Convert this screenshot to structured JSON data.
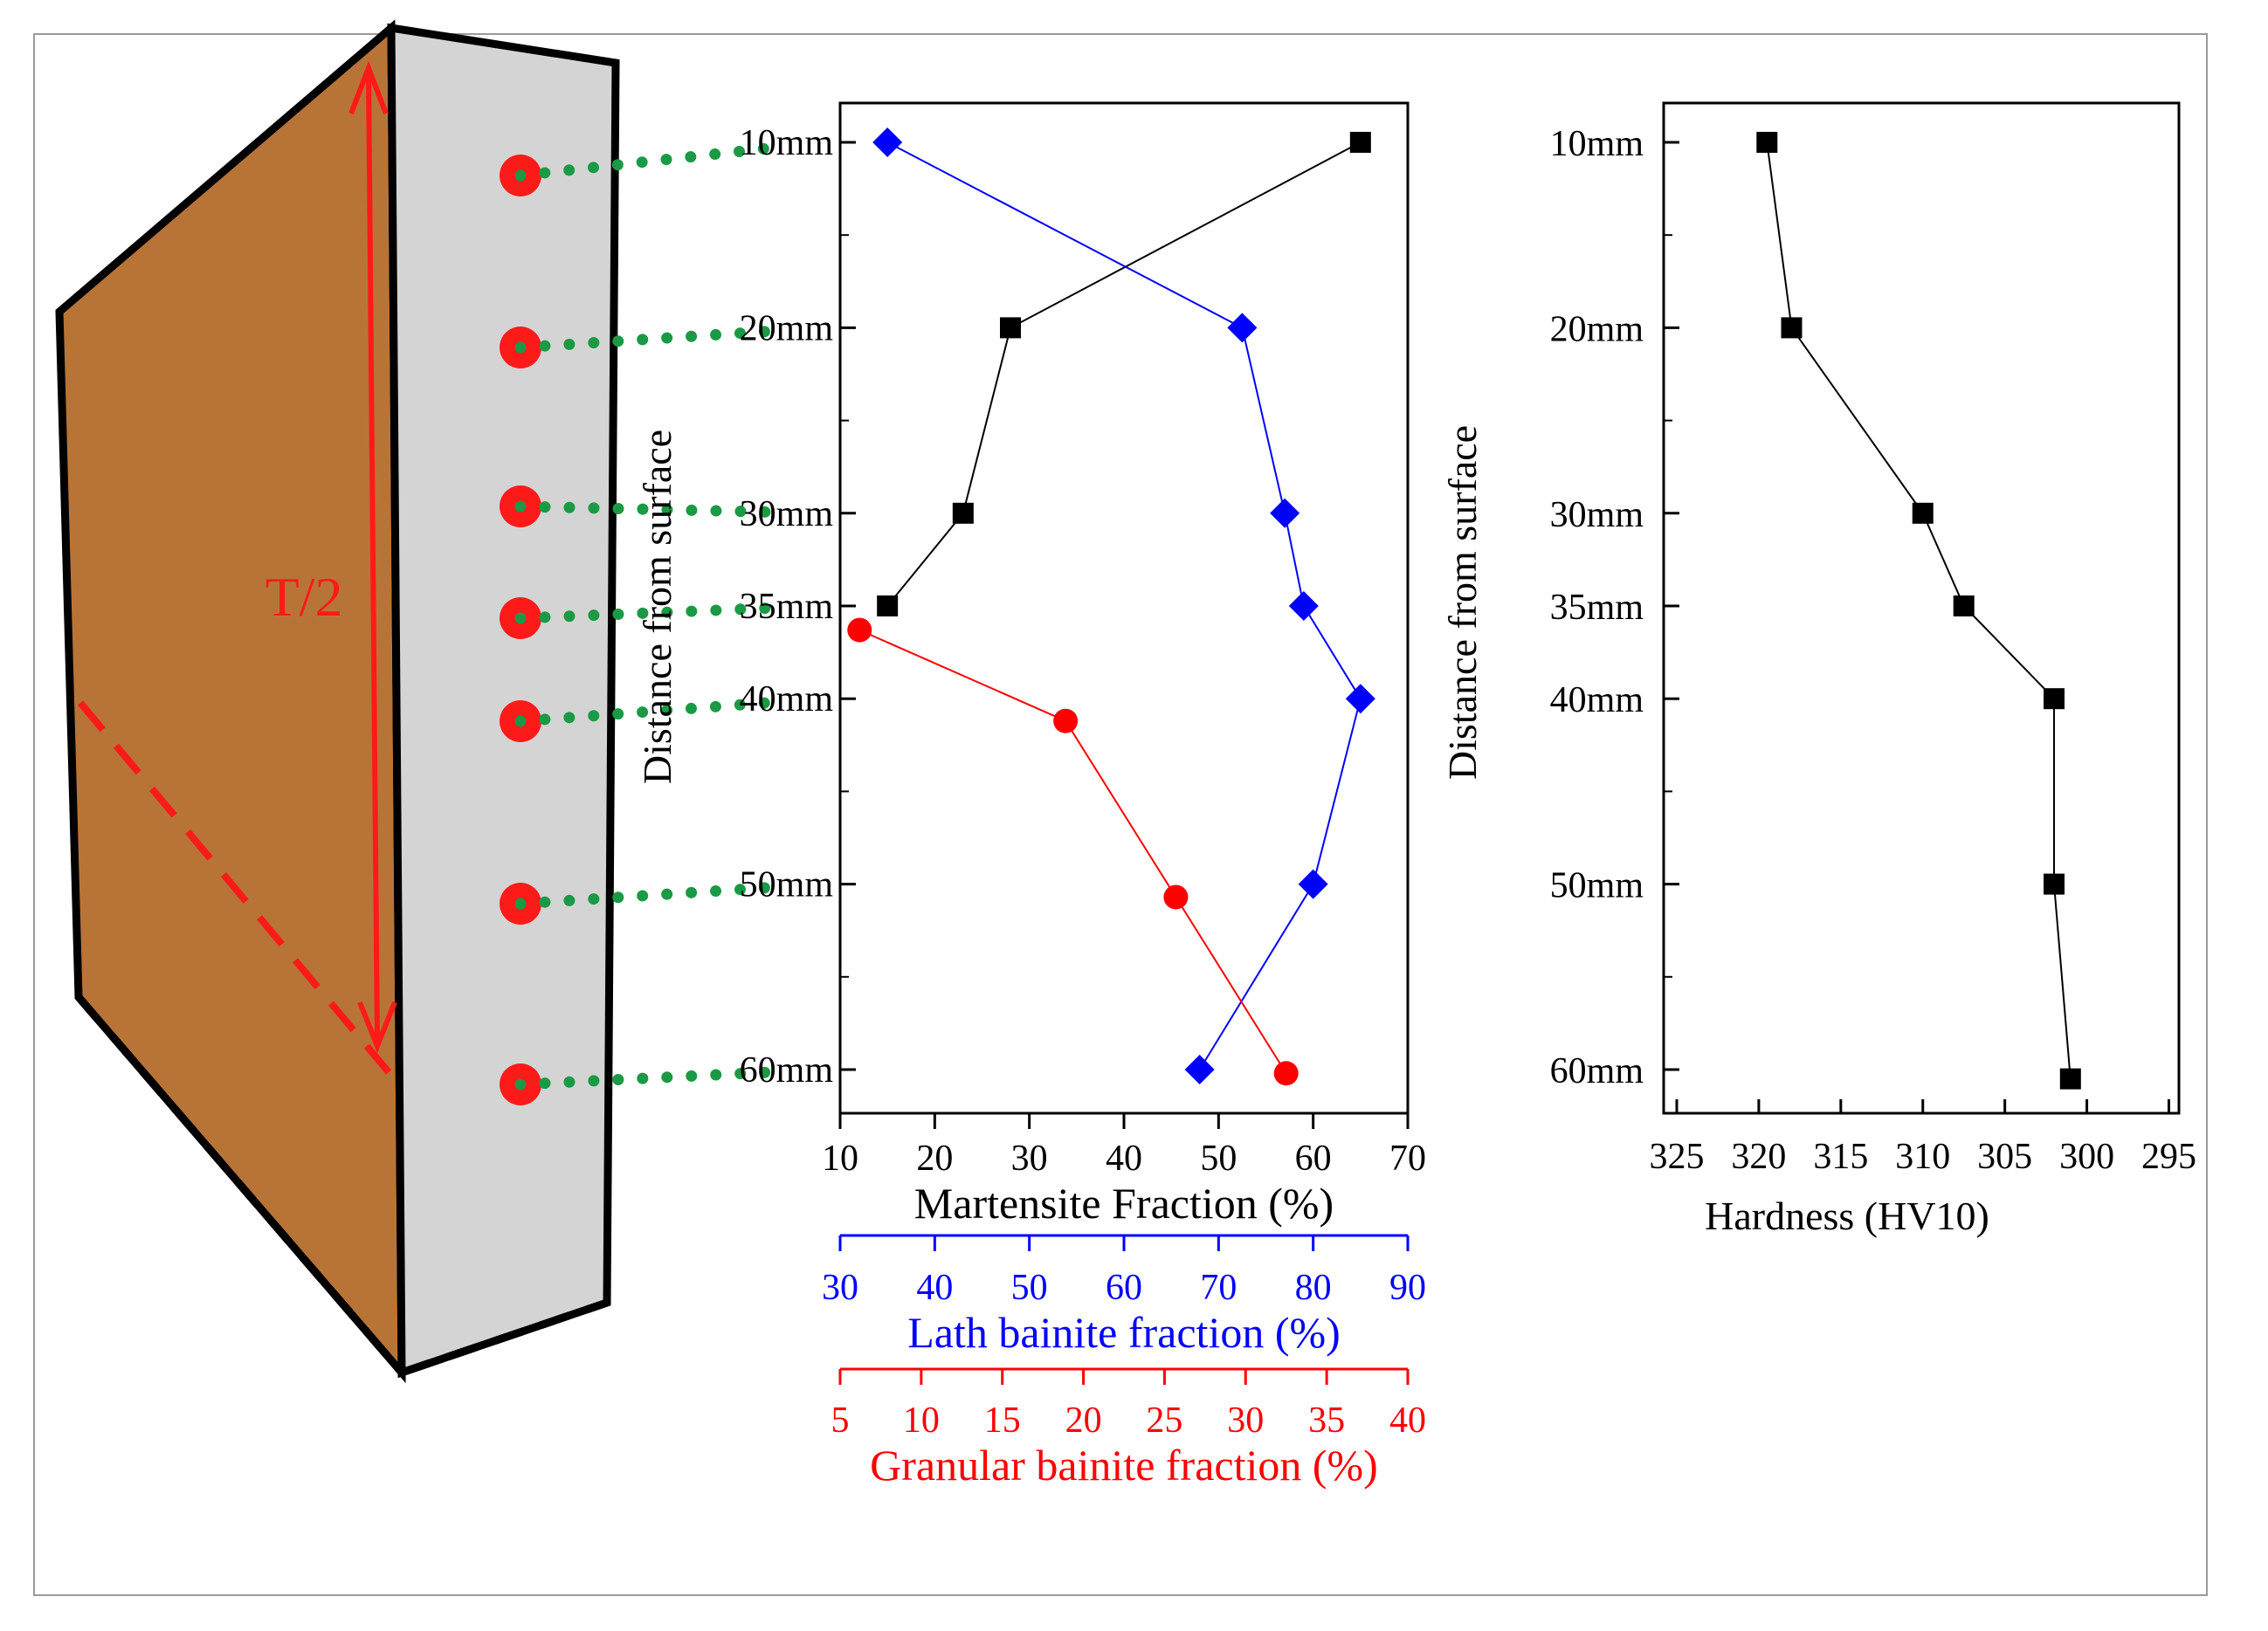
{
  "figure": {
    "half_thickness_label": "T/2",
    "colors": {
      "plate_face": "#b87436",
      "plate_edge": "#d4d4d4",
      "marker_red": "#ff1a1a",
      "dot_green": "#1a9a44",
      "black": "#000000",
      "blue": "#0000ff",
      "red": "#ff0000"
    },
    "sample_depths": [
      "10mm",
      "20mm",
      "30mm",
      "35mm",
      "40mm",
      "50mm",
      "60mm"
    ]
  },
  "chart_data": [
    {
      "type": "line",
      "ylabel": "Distance from surface",
      "y_ticks": [
        "10mm",
        "20mm",
        "30mm",
        "35mm",
        "40mm",
        "50mm",
        "60mm"
      ],
      "ylim": [
        8,
        63
      ],
      "y_inverted": true,
      "axes": [
        {
          "key": "martensite",
          "label": "Martensite Fraction (%)",
          "color": "#000000",
          "ticks": [
            10,
            20,
            30,
            40,
            50,
            60,
            70
          ],
          "range": [
            10,
            70
          ]
        },
        {
          "key": "lath",
          "label": "Lath bainite fraction (%)",
          "color": "#0000ff",
          "ticks": [
            30,
            40,
            50,
            60,
            70,
            80,
            90
          ],
          "range": [
            30,
            90
          ]
        },
        {
          "key": "granular",
          "label": "Granular bainite fraction (%)",
          "color": "#ff0000",
          "ticks": [
            5,
            10,
            15,
            20,
            25,
            30,
            35,
            40
          ],
          "range": [
            5,
            40
          ]
        }
      ],
      "series": [
        {
          "axis": "martensite",
          "marker": "square",
          "color": "#000000",
          "points": [
            [
              65,
              10
            ],
            [
              28,
              20
            ],
            [
              23,
              30
            ],
            [
              15,
              35
            ]
          ]
        },
        {
          "axis": "lath",
          "marker": "diamond",
          "color": "#0000ff",
          "points": [
            [
              35,
              10
            ],
            [
              72.5,
              20
            ],
            [
              77,
              30
            ],
            [
              79,
              35
            ],
            [
              85,
              40
            ],
            [
              80,
              50
            ],
            [
              68,
              60
            ]
          ]
        },
        {
          "axis": "granular",
          "marker": "circle",
          "color": "#ff0000",
          "points": [
            [
              6.2,
              36.3
            ],
            [
              18.9,
              41.2
            ],
            [
              25.7,
              50.7
            ],
            [
              32.5,
              60.2
            ]
          ]
        }
      ]
    },
    {
      "type": "line",
      "ylabel": "Distance from surface",
      "xlabel": "Hardness (HV10)",
      "y_ticks": [
        "10mm",
        "20mm",
        "30mm",
        "35mm",
        "40mm",
        "50mm",
        "60mm"
      ],
      "ylim": [
        8,
        63
      ],
      "y_inverted": true,
      "x_ticks": [
        325,
        320,
        315,
        310,
        305,
        300,
        295
      ],
      "xlim": [
        325,
        295
      ],
      "series": [
        {
          "marker": "square",
          "color": "#000000",
          "points": [
            [
              319.5,
              10
            ],
            [
              318,
              20
            ],
            [
              310,
              30
            ],
            [
              307.5,
              35
            ],
            [
              302,
              40
            ],
            [
              302,
              50
            ],
            [
              301,
              60.5
            ]
          ]
        }
      ]
    }
  ]
}
